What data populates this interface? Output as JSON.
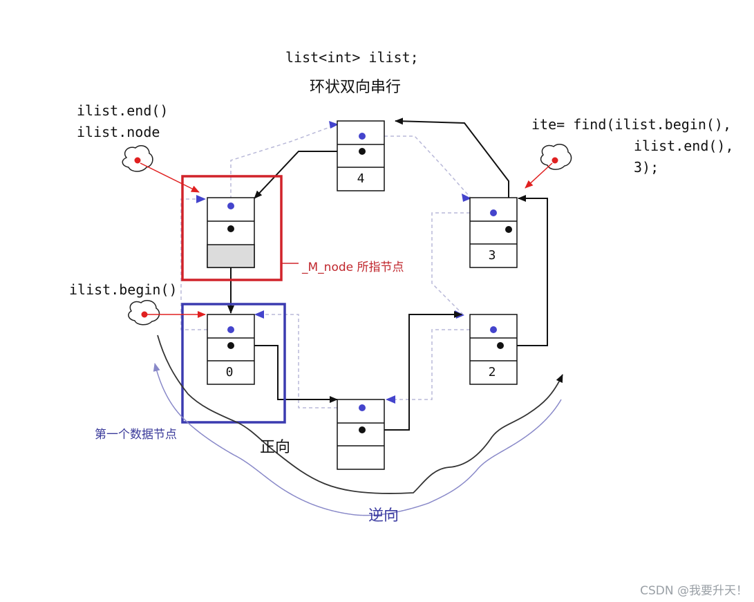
{
  "code": {
    "declaration": "list<int> ilist;",
    "end_call": "ilist.end()",
    "node_field": "ilist.node",
    "begin_call": "ilist.begin()",
    "find_line1": "ite= find(ilist.begin(),",
    "find_line2": "ilist.end(),",
    "find_line3": "3);"
  },
  "labels": {
    "title": "环状双向串行",
    "m_node": "_M_node 所指节点",
    "first_node": "第一个数据节点",
    "forward": "正向",
    "backward": "逆向"
  },
  "nodes": [
    {
      "id": "end",
      "value": ""
    },
    {
      "id": "n0",
      "value": "0"
    },
    {
      "id": "n1",
      "value": ""
    },
    {
      "id": "n2",
      "value": "2"
    },
    {
      "id": "n3",
      "value": "3"
    },
    {
      "id": "n4",
      "value": "4"
    }
  ],
  "watermark": "CSDN @我要升天！",
  "colors": {
    "highlight_red": "#d1232a",
    "highlight_blue": "#3b3bb0",
    "pointer_blue": "#4444cc",
    "pointer_red": "#e02020",
    "dashed_link": "#b8b8d8"
  }
}
